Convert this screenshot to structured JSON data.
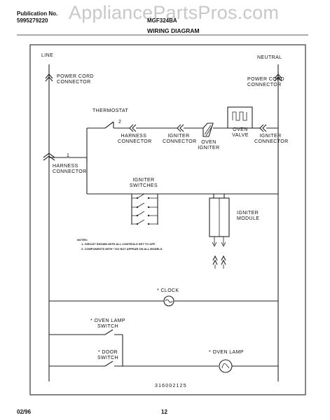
{
  "header": {
    "publication_label": "Publication No.",
    "publication_number": "5995279220",
    "model": "MGF324BA",
    "title": "WIRING DIAGRAM",
    "watermark": "AppliancePartsPros.com"
  },
  "diagram": {
    "line_label": "LINE",
    "neutral_label": "NEUTRAL",
    "power_cord_left": [
      "POWER CORD",
      "CONNECTOR"
    ],
    "power_cord_right": [
      "POWER CORD",
      "CONNECTOR"
    ],
    "thermostat": "THERMOSTAT",
    "thermostat_pin": "2",
    "harness_connector_top": [
      "HARNESS",
      "CONNECTOR"
    ],
    "igniter_connector_mid": [
      "IGNITER",
      "CONNECTOR"
    ],
    "oven_igniter": [
      "OVEN",
      "IGNITER"
    ],
    "oven_valve": [
      "OVEN",
      "VALVE"
    ],
    "igniter_connector_right": [
      "IGNITER",
      "CONNECTOR"
    ],
    "harness_connector_left": [
      "HARNESS",
      "CONNECTOR"
    ],
    "harness_pin": "1",
    "igniter_switches": [
      "IGNITER",
      "SWITCHES"
    ],
    "igniter_module": [
      "IGNITER",
      "MODULE"
    ],
    "notes_title": "NOTES:",
    "notes": [
      "1.  CIRCUIT SHOWN WITH ALL CONTROLS SET TO OFF.",
      "2.  COMPONENTS WITH * DO NOT APPEAR ON ALL MODELS."
    ],
    "clock": "* CLOCK",
    "oven_lamp_switch": [
      "* OVEN LAMP",
      "SWITCH"
    ],
    "door_switch": [
      "* DOOR",
      "SWITCH"
    ],
    "oven_lamp": "* OVEN LAMP",
    "drawing_number": "316002125"
  },
  "footer": {
    "date": "02/96",
    "page": "12"
  }
}
